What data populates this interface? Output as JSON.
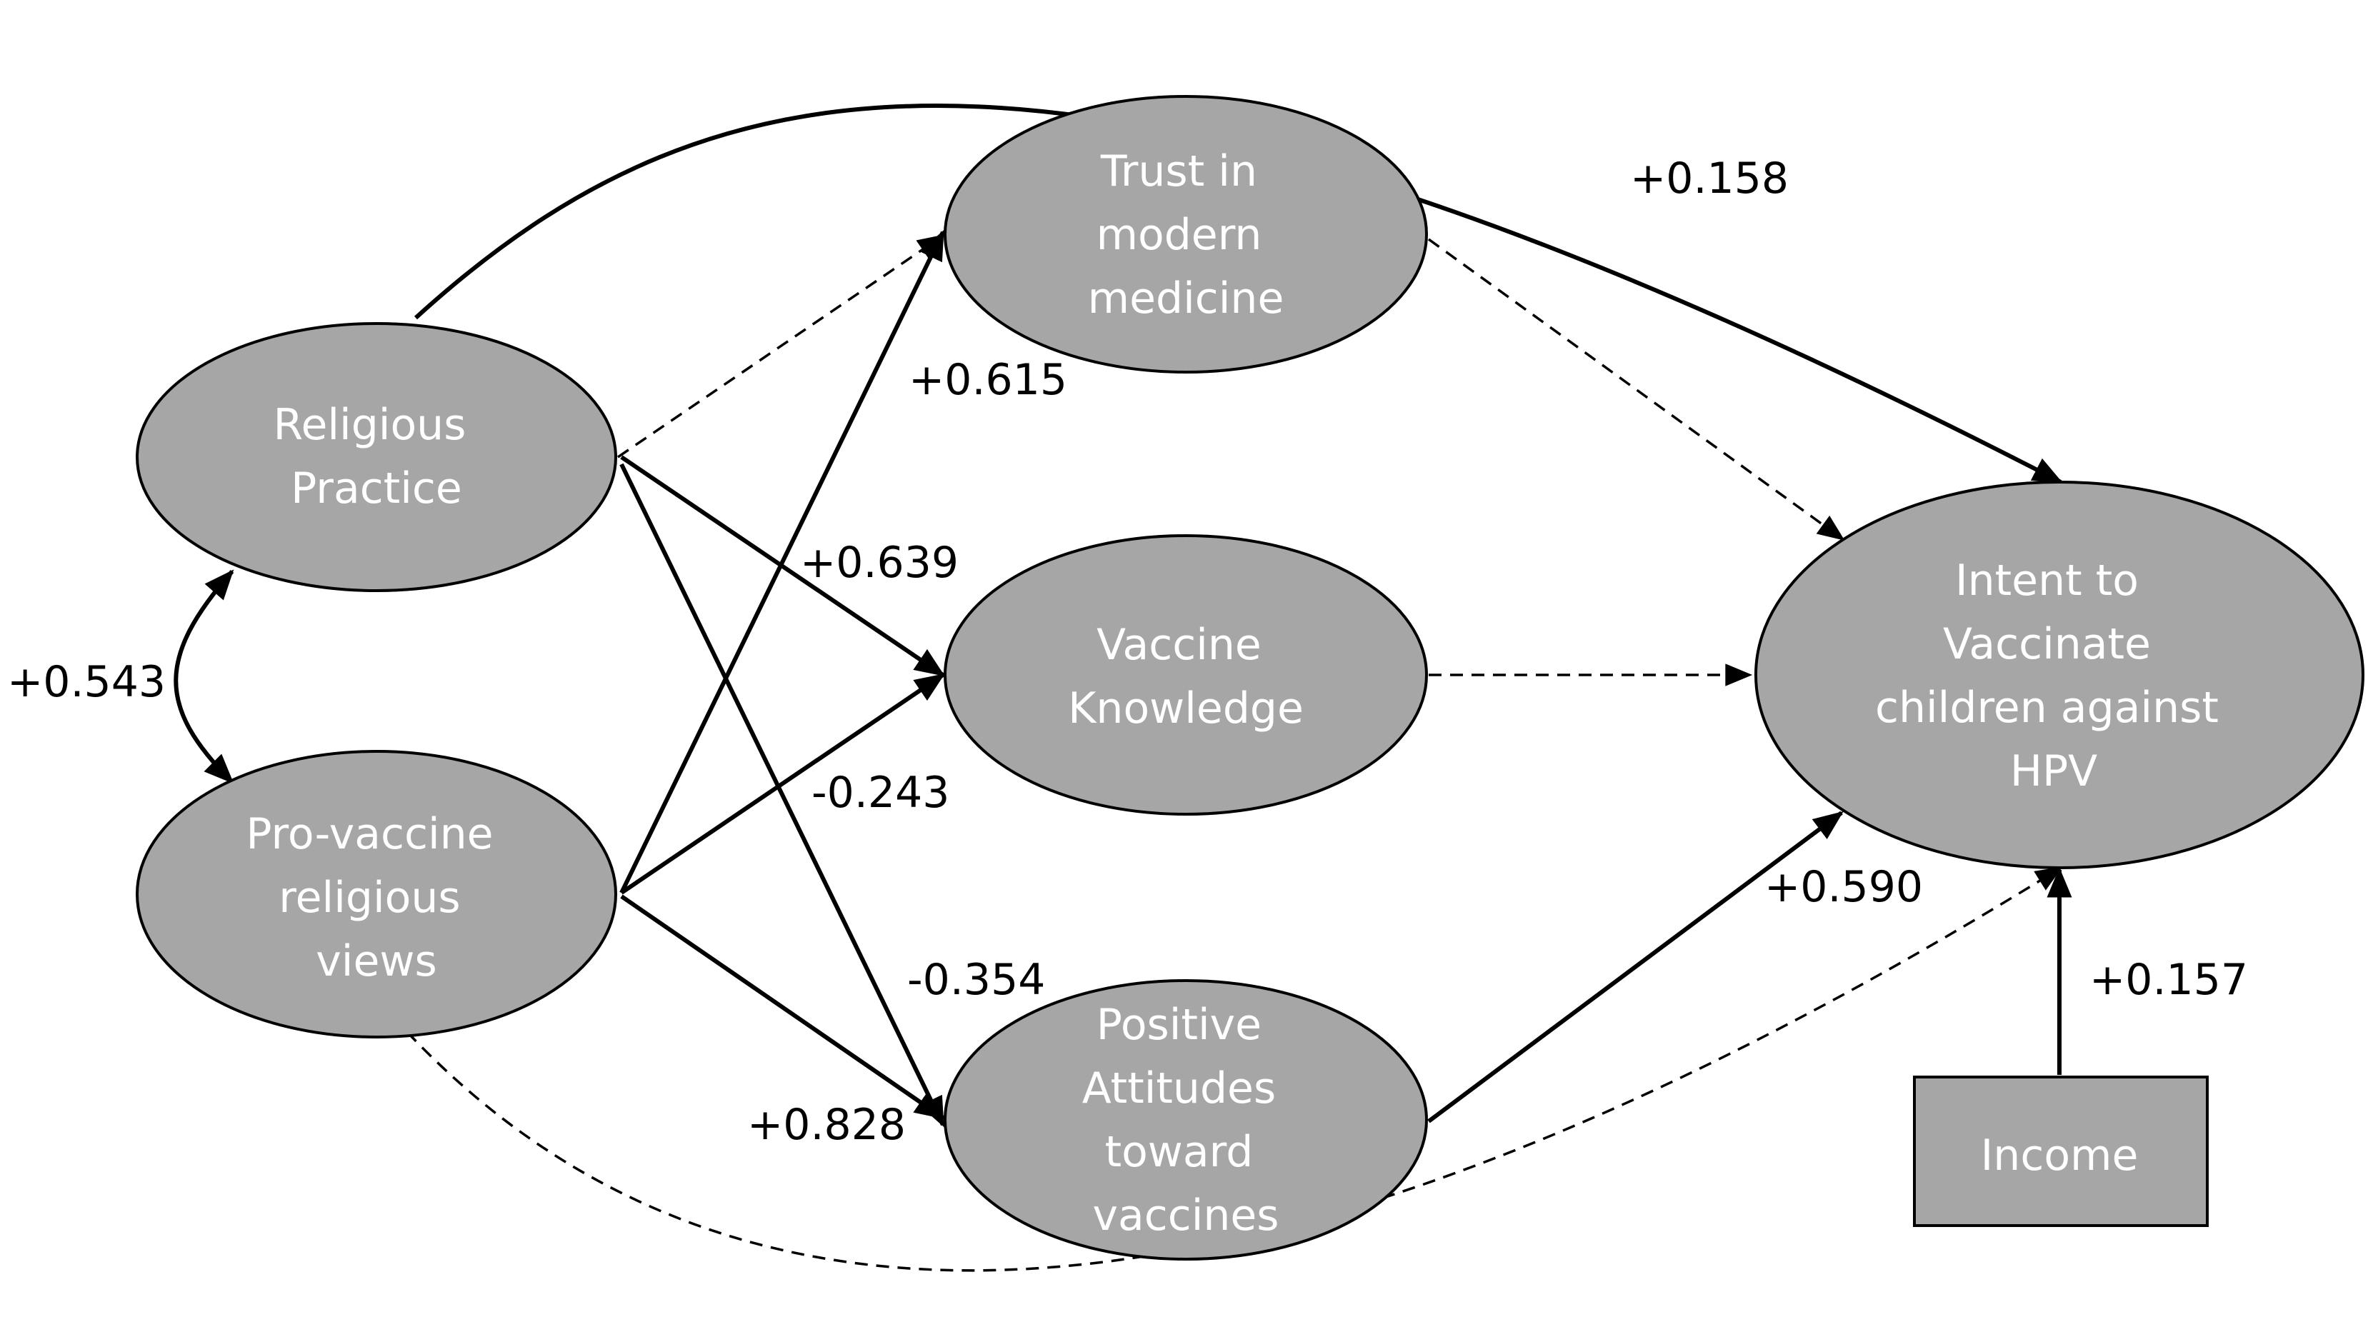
{
  "nodes": {
    "religious_practice": {
      "lines": [
        "Religious",
        "Practice"
      ]
    },
    "pro_vaccine_views": {
      "lines": [
        "Pro-vaccine",
        "religious",
        "views"
      ]
    },
    "trust_medicine": {
      "lines": [
        "Trust in",
        "modern",
        "medicine"
      ]
    },
    "vaccine_knowledge": {
      "lines": [
        "Vaccine",
        "Knowledge"
      ]
    },
    "positive_attitudes": {
      "lines": [
        "Positive",
        "Attitudes",
        "toward",
        "vaccines"
      ]
    },
    "intent_vaccinate": {
      "lines": [
        "Intent to",
        "Vaccinate",
        "children against",
        "HPV"
      ]
    },
    "income": {
      "lines": [
        "Income"
      ]
    }
  },
  "edges": {
    "practice_views_corr": {
      "label": "+0.543",
      "style": "solid"
    },
    "practice_trust": {
      "label": "",
      "style": "dashed"
    },
    "practice_knowledge": {
      "label": "+0.639",
      "style": "solid"
    },
    "practice_attitudes": {
      "label": "-0.354",
      "style": "solid"
    },
    "practice_intent": {
      "label": "+0.158",
      "style": "solid"
    },
    "views_trust": {
      "label": "+0.615",
      "style": "solid"
    },
    "views_knowledge": {
      "label": "-0.243",
      "style": "solid"
    },
    "views_attitudes": {
      "label": "+0.828",
      "style": "solid"
    },
    "views_intent": {
      "label": "",
      "style": "dashed"
    },
    "trust_intent": {
      "label": "",
      "style": "dashed"
    },
    "knowledge_intent": {
      "label": "",
      "style": "dashed"
    },
    "attitudes_intent": {
      "label": "+0.590",
      "style": "solid"
    },
    "income_intent": {
      "label": "+0.157",
      "style": "solid"
    }
  },
  "colors": {
    "node_fill": "#a6a6a6",
    "node_text": "#ffffff",
    "line": "#000000",
    "background": "#ffffff"
  }
}
